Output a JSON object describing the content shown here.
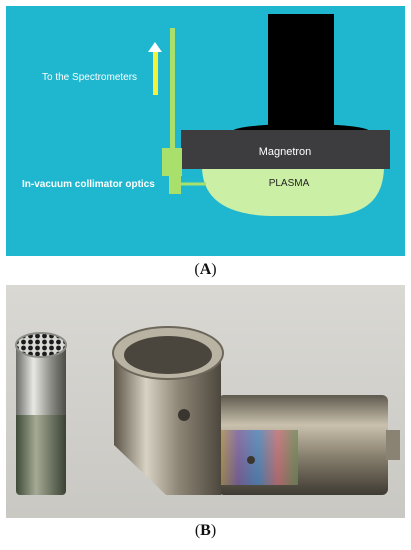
{
  "panel_a": {
    "background": "#1fb7cf",
    "spectrometer_label": "To the Spectrometers",
    "magnetron_label": "Magnetron",
    "plasma_label": "PLASMA",
    "collimator_label": "In-vacuum collimator optics",
    "colors": {
      "magnetron": "#3d3d3f",
      "target_column": "#000000",
      "plasma": "#ccefa6",
      "collimator": "#a9e06b",
      "arrow": "#f4f23c"
    },
    "caption_letter": "A"
  },
  "panel_b": {
    "description_hidden": "",
    "caption_letter": "B"
  }
}
